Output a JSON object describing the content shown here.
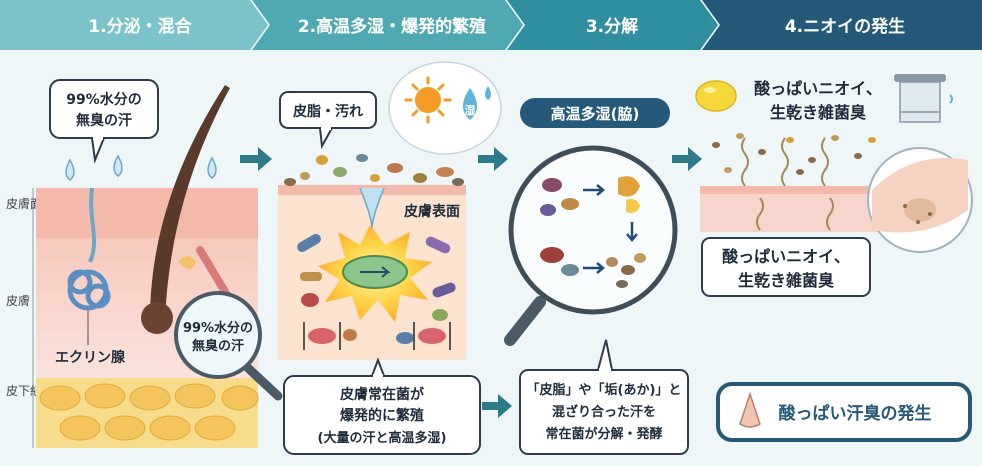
{
  "steps": [
    {
      "label": "1.分泌・混合",
      "color": "#7bc3c9"
    },
    {
      "label": "2.高温多湿・爆発的繁殖",
      "color": "#4ea9b3"
    },
    {
      "label": "3.分解",
      "color": "#2f8ea0"
    },
    {
      "label": "4.ニオイの発生",
      "color": "#24597a"
    }
  ],
  "panel1": {
    "sweat_bubble_line1": "99%水分の",
    "sweat_bubble_line2": "無臭の汗",
    "skin_layers": [
      "皮膚面",
      "皮膚",
      "皮下組織"
    ],
    "eccrine_label": "エクリン腺",
    "magnifier_line1": "99%水分の",
    "magnifier_line2": "無臭の汗"
  },
  "panel2": {
    "dirt_label": "皮脂・汚れ",
    "humidity_icon": "湿",
    "skin_surface_label": "皮膚表面",
    "caption_line1": "皮膚常在菌が",
    "caption_line2": "爆発的に繁殖",
    "caption_line3": "(大量の汗と高温多湿)"
  },
  "panel3": {
    "title": "高温多湿(脇)",
    "caption_line1": "「皮脂」や「垢(あか)」と",
    "caption_line2": "混ざり合った汗を",
    "caption_line3": "常在菌が分解・発酵"
  },
  "panel4": {
    "top_line1": "酸っぱいニオイ、",
    "top_line2": "生乾き雑菌臭",
    "mid_line1": "酸っぱいニオイ、",
    "mid_line2": "生乾き雑菌臭",
    "result_label": "酸っぱい汗臭の発生"
  },
  "colors": {
    "skin_pink": "#f6d9d4",
    "fat_yellow": "#f7dc8c",
    "navy": "#24597a"
  },
  "icons": [
    "sun-icon",
    "humidity-drop-icon",
    "lemon-icon",
    "towel-icon",
    "nose-icon",
    "mouth-fork-knife-icon",
    "magnifier-icon",
    "arrow-right-icon"
  ]
}
